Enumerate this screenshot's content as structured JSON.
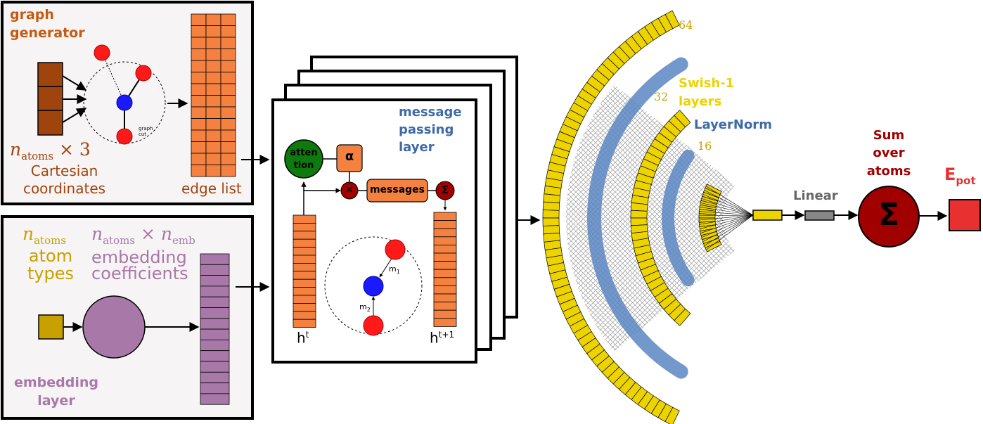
{
  "colors": {
    "orange_dark": "#C55A11",
    "brown": "#A0440E",
    "orange": "#F4813F",
    "gold": "#C8A100",
    "purple": "#A878A8",
    "blue_text": "#3D6AA6",
    "yellow": "#EDD300",
    "dark_red": "#A00000",
    "red": "#E83030",
    "grey": "#666666",
    "node_red": "#FF1A1A",
    "node_blue": "#1A1AFF",
    "green": "#0E7A0E"
  },
  "graph_generator": {
    "title_line1": "graph",
    "title_line2": "generator",
    "natoms_x3": "n",
    "natoms_sub": "atoms",
    "times_3": "× 3",
    "coords_line1": "Cartesian",
    "coords_line2": "coordinates",
    "edge_list": "edge list",
    "graph_cut": "graph cut"
  },
  "embedding": {
    "natoms": "n",
    "natoms_sub": "atoms",
    "atom_types_line1": "atom",
    "atom_types_line2": "types",
    "nemb_n": "n",
    "nemb_sub1": "atoms",
    "nemb_times": "× n",
    "nemb_sub2": "emb",
    "coeff_line1": "embedding",
    "coeff_line2": "coefficients",
    "layer_line1": "embedding",
    "layer_line2": "layer"
  },
  "mpl": {
    "title_line1": "message",
    "title_line2": "passing",
    "title_line3": "layer",
    "attention_line1": "atten",
    "attention_line2": "tion",
    "alpha": "α",
    "messages": "messages",
    "times": "×",
    "sum": "Σ",
    "h_t": "h",
    "h_t_sup": "t",
    "h_t1": "h",
    "h_t1_sup": "t+1",
    "m1": "m",
    "m1_sub": "1",
    "m2": "m",
    "m2_sub": "2"
  },
  "network": {
    "n64": "64",
    "n32": "32",
    "n16": "16",
    "swish_line1": "Swish-1",
    "swish_line2": "layers",
    "layernorm": "LayerNorm",
    "linear": "Linear",
    "sum_line1": "Sum",
    "sum_line2": "over",
    "sum_line3": "atoms",
    "sum_symbol": "Σ",
    "epot": "E",
    "epot_sub": "pot"
  }
}
